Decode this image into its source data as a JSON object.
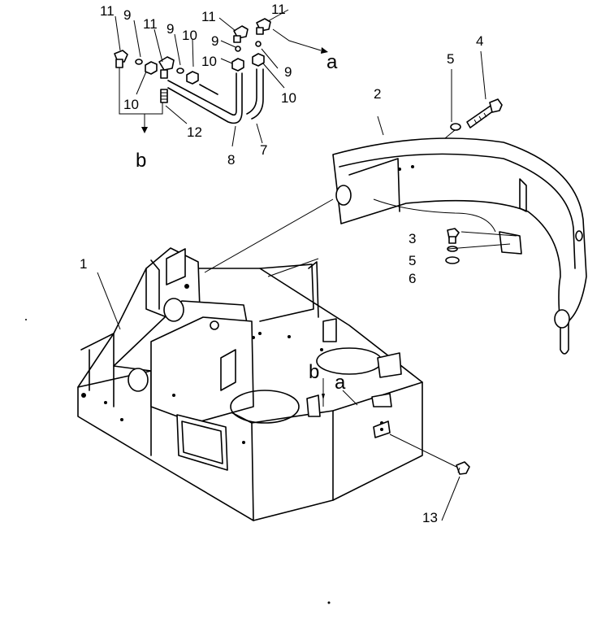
{
  "labels": {
    "p1": "1",
    "p2": "2",
    "p3": "3",
    "p4": "4",
    "p5a": "5",
    "p5b": "5",
    "p6": "6",
    "p7": "7",
    "p8": "8",
    "p9a": "9",
    "p9b": "9",
    "p9c": "9",
    "p9d": "9",
    "p10a": "10",
    "p10b": "10",
    "p10c": "10",
    "p10d": "10",
    "p11a": "11",
    "p11b": "11",
    "p11c": "11",
    "p11d": "11",
    "p12": "12",
    "p13": "13",
    "ref_a_top": "a",
    "ref_b_top": "b",
    "ref_a_body": "a",
    "ref_b_body": "b"
  }
}
